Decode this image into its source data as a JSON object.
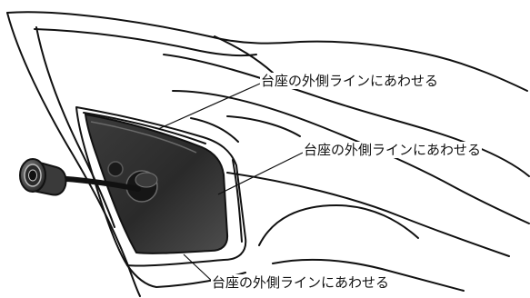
{
  "callouts": {
    "top": "台座の外側ラインにあわせる",
    "middle": "台座の外側ラインにあわせる",
    "bottom": "台座の外側ラインにあわせる"
  },
  "colors": {
    "outline": "#111111",
    "panel_dark": "#2b2b2b",
    "panel_mid": "#4a4a4a",
    "camera_body": "#3a3a3a",
    "background": "#ffffff"
  }
}
